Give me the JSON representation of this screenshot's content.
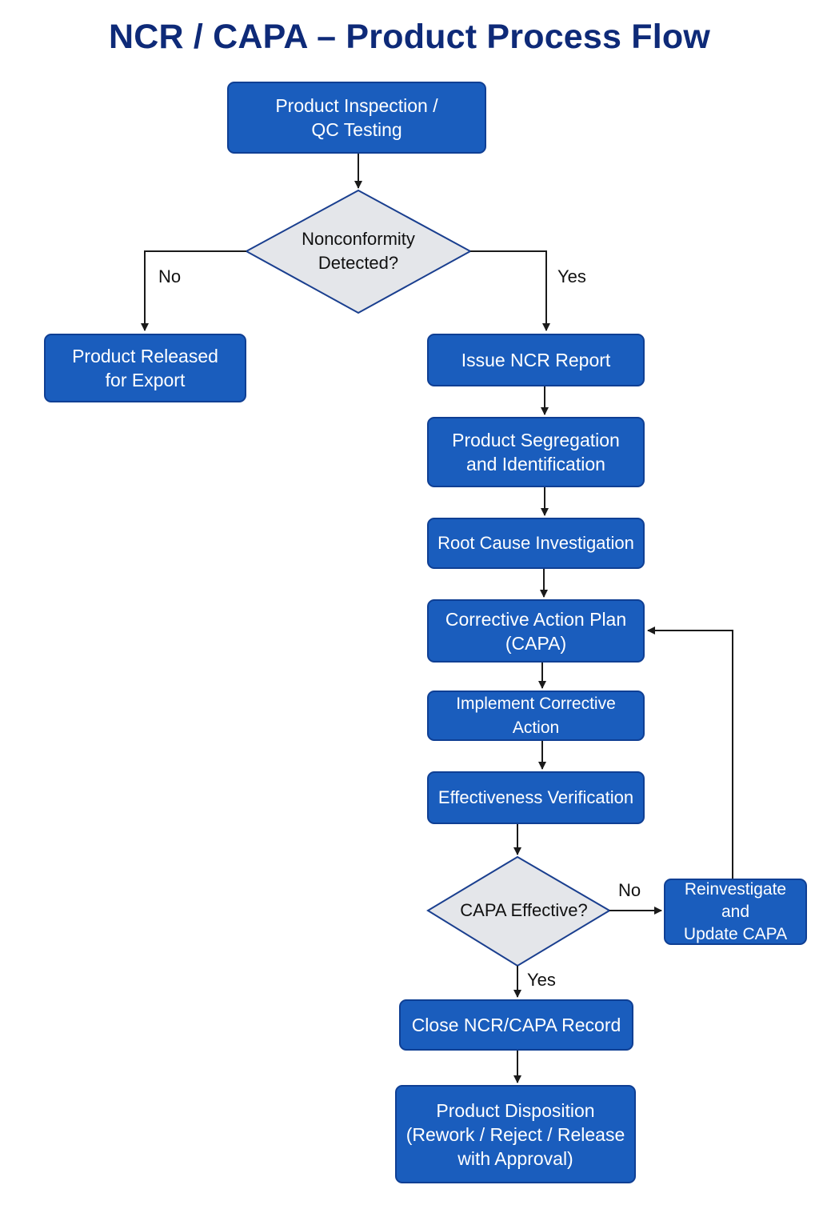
{
  "title": "NCR / CAPA – Product Process Flow",
  "colors": {
    "box_fill": "#1a5dbd",
    "box_border": "#0f3f94",
    "diamond_fill": "#e4e6ea",
    "diamond_border": "#1a3f8f",
    "title": "#0e2a78",
    "connector": "#1a1a1a"
  },
  "nodes": {
    "inspection": "Product Inspection /\nQC Testing",
    "nonconformity": "Nonconformity\nDetected?",
    "released": "Product Released\nfor Export",
    "issue_ncr": "Issue NCR Report",
    "segregation": "Product Segregation\nand Identification",
    "root_cause": "Root Cause Investigation",
    "corrective_plan": "Corrective Action Plan\n(CAPA)",
    "implement": "Implement Corrective Action",
    "effectiveness": "Effectiveness Verification",
    "capa_effective": "CAPA Effective?",
    "reinvestigate": "Reinvestigate and\nUpdate CAPA",
    "close": "Close NCR/CAPA Record",
    "disposition": "Product Disposition\n(Rework / Reject / Release\nwith Approval)"
  },
  "edge_labels": {
    "nonconformity_no": "No",
    "nonconformity_yes": "Yes",
    "capa_no": "No",
    "capa_yes": "Yes"
  }
}
